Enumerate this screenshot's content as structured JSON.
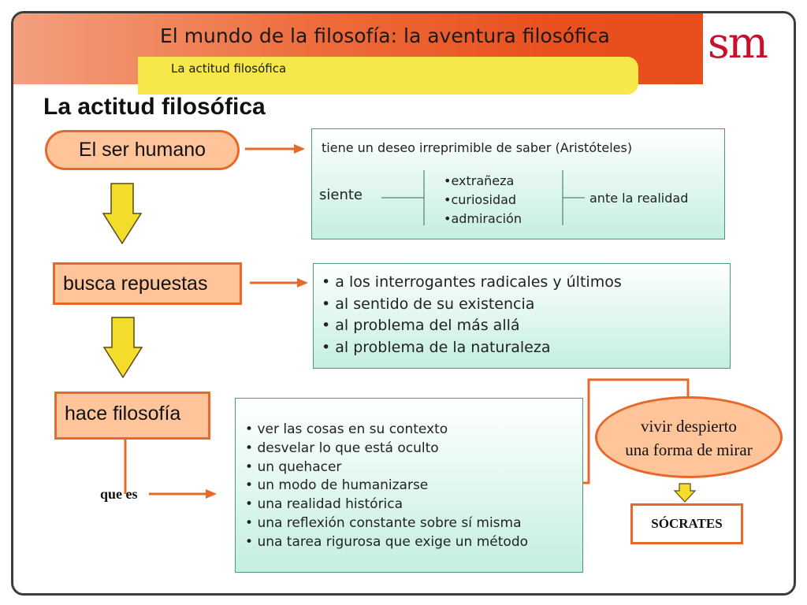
{
  "header": {
    "title": "El mundo de la filosofía: la aventura filosófica",
    "tab_label": "La actitud filosófica",
    "logo_text": "sm",
    "accent_color": "#e9501e",
    "tab_color": "#f6e84a"
  },
  "slide_title": "La actitud filosófica",
  "nodes": {
    "ser_humano": "El ser humano",
    "busca": "busca repuestas",
    "hace": "hace filosofía",
    "que_es": "que es",
    "vivir_line1": "vivir despierto",
    "vivir_line2": "una forma de mirar",
    "socrates": "SÓCRATES"
  },
  "box1": {
    "line1": "tiene un deseo irreprimible de saber (Aristóteles)",
    "siente": "siente",
    "feelings": [
      "•extrañeza",
      "•curiosidad",
      "•admiración"
    ],
    "ante": "ante la realidad"
  },
  "box2": {
    "items": [
      "a los interrogantes radicales y últimos",
      "al sentido de su existencia",
      "al problema del más allá",
      "al problema de la naturaleza"
    ]
  },
  "box3": {
    "items": [
      "ver las cosas en su contexto",
      "desvelar lo que está oculto",
      "un quehacer",
      "un modo de humanizarse",
      "una realidad histórica",
      "una reflexión constante sobre sí misma",
      "una tarea rigurosa que exige un método"
    ]
  },
  "colors": {
    "node_fill": "#ffc49a",
    "node_border": "#e8672a",
    "box_fill": "#c4efdf",
    "arrow_down": "#f3dd2a"
  }
}
